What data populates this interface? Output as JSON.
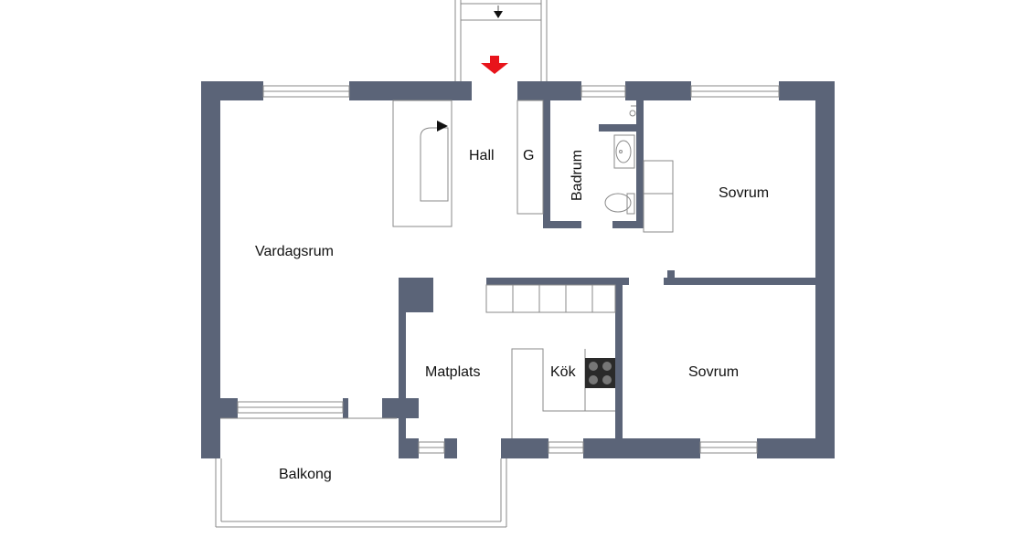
{
  "rooms": {
    "hall": "Hall",
    "garderob": "G",
    "badrum": "Badrum",
    "sovrum_upper": "Sovrum",
    "vardagsrum": "Vardagsrum",
    "matplats": "Matplats",
    "kok": "Kök",
    "sovrum_lower": "Sovrum",
    "balkong": "Balkong"
  },
  "colors": {
    "wall": "#5b6478",
    "entrance_arrow": "#e8141b"
  },
  "icons": {
    "entrance": "entrance-arrow-icon"
  }
}
